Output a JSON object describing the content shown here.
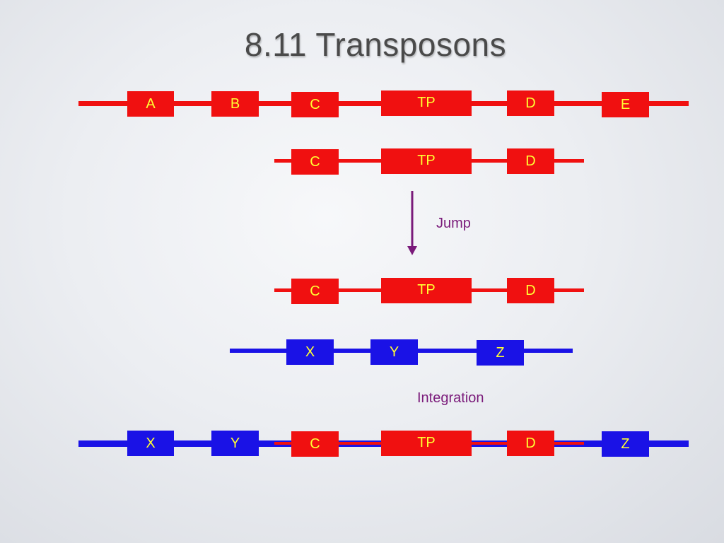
{
  "title": "8.11 Transposons",
  "colors": {
    "red": "#f01010",
    "blue": "#1a12e6",
    "gene_text": "#ffff33",
    "label_text": "#7a1a7a",
    "arrow": "#7a1a7a"
  },
  "rows": {
    "original": {
      "genes": [
        {
          "label": "A"
        },
        {
          "label": "B"
        },
        {
          "label": "C"
        },
        {
          "label": "TP"
        },
        {
          "label": "D"
        },
        {
          "label": "E"
        }
      ]
    },
    "excised": {
      "genes": [
        {
          "label": "C"
        },
        {
          "label": "TP"
        },
        {
          "label": "D"
        }
      ]
    },
    "moved": {
      "genes": [
        {
          "label": "C"
        },
        {
          "label": "TP"
        },
        {
          "label": "D"
        }
      ]
    },
    "target": {
      "genes": [
        {
          "label": "X"
        },
        {
          "label": "Y"
        },
        {
          "label": "Z"
        }
      ]
    },
    "integrated": {
      "host_genes": [
        {
          "label": "X"
        },
        {
          "label": "Y"
        },
        {
          "label": "Z"
        }
      ],
      "insert_genes": [
        {
          "label": "C"
        },
        {
          "label": "TP"
        },
        {
          "label": "D"
        }
      ]
    }
  },
  "steps": {
    "jump": "Jump",
    "integration": "Integration"
  }
}
